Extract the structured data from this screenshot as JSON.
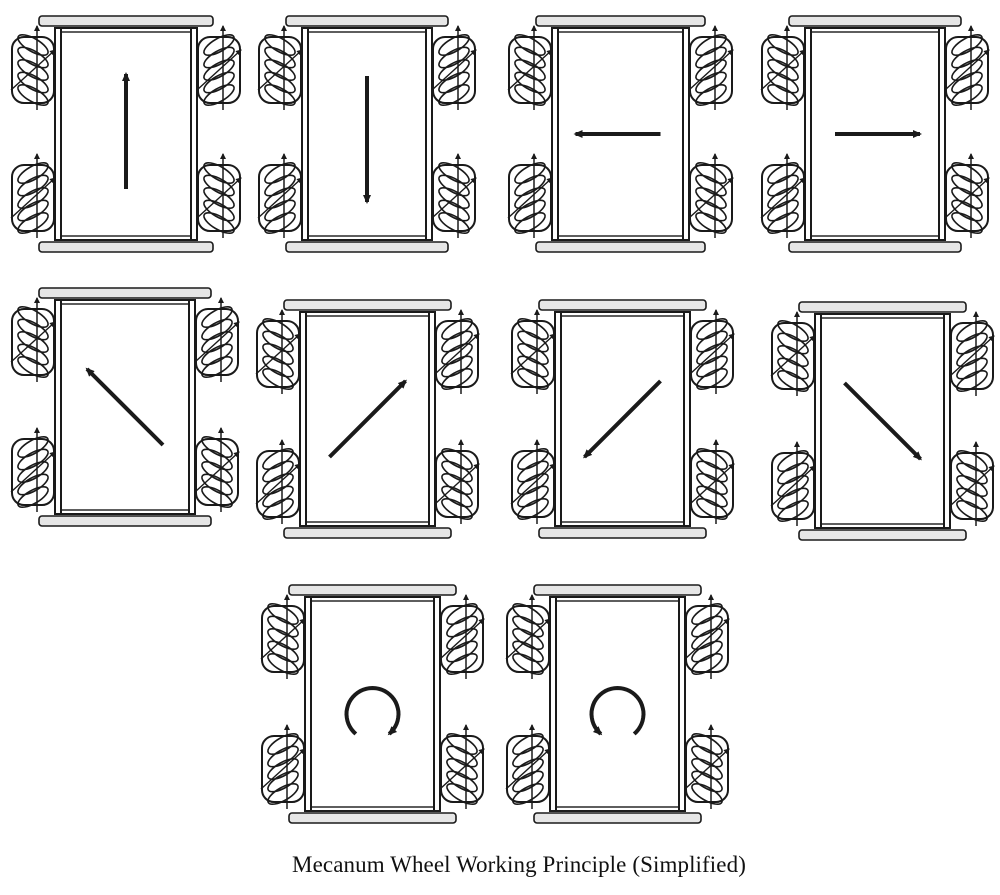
{
  "caption": "Mecanum Wheel Working Principle (Simplified)",
  "colors": {
    "line": "#1a1a1a",
    "frame_fill": "#ffffff",
    "rail_fill": "#e6e6e6",
    "wheel_fill": "#ffffff",
    "background": "#ffffff"
  },
  "diagram": {
    "motions": [
      "forward",
      "backward",
      "left",
      "right",
      "diagonal-forward-left",
      "diagonal-forward-right",
      "diagonal-backward-left",
      "diagonal-backward-right",
      "rotate-clockwise",
      "rotate-counterclockwise"
    ]
  }
}
